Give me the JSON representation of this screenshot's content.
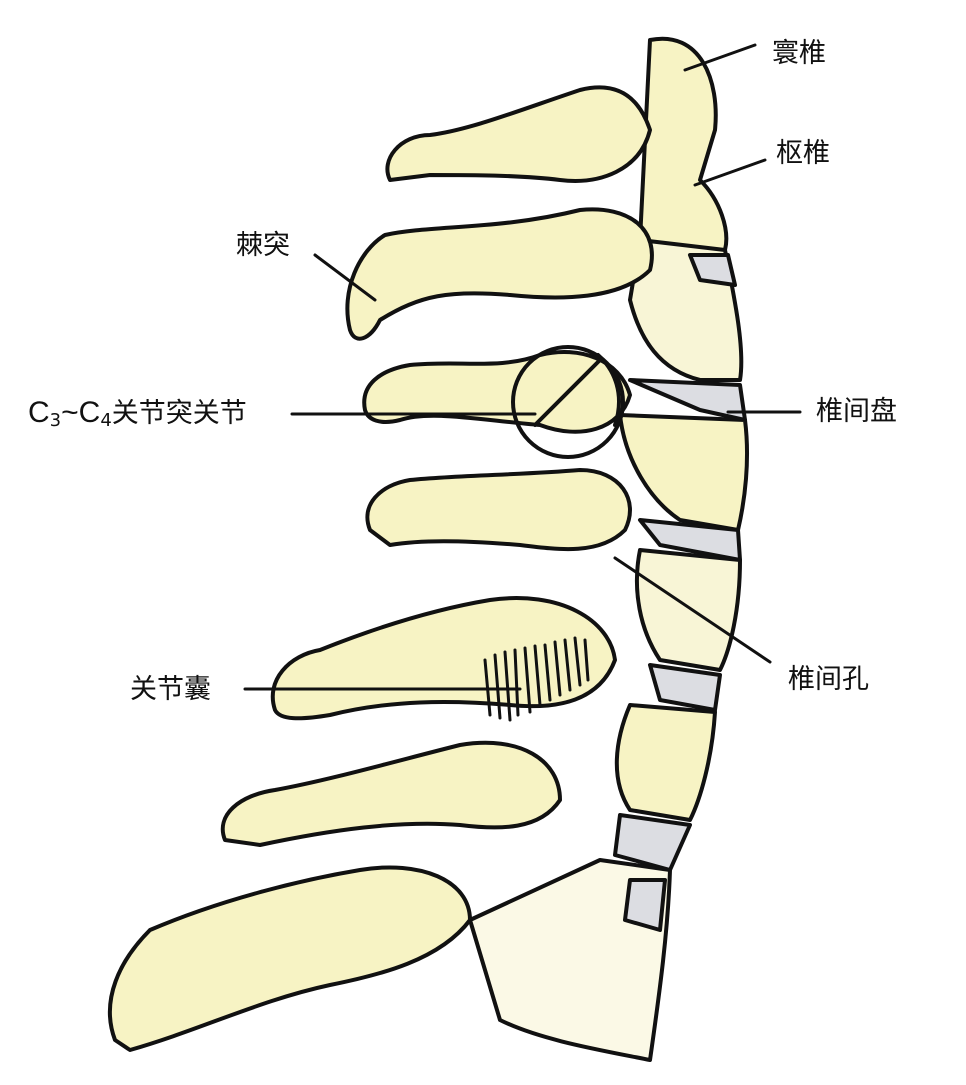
{
  "figure": {
    "subject": "cervical spine, lateral view",
    "colors": {
      "bone_fill": "#f7f3c4",
      "bone_fill_light": "#fbf9e6",
      "disc_fill": "#dcdde2",
      "outline": "#111111",
      "background": "#ffffff"
    }
  },
  "labels": {
    "atlas": "寰椎",
    "axis": "枢椎",
    "spinous_process": "棘突",
    "facet_joint_c3_prefix": "C",
    "facet_joint_c3_sub": "3",
    "facet_joint_tilde": "~",
    "facet_joint_c4_prefix": "C",
    "facet_joint_c4_sub": "4",
    "facet_joint_suffix": "关节突关节",
    "intervertebral_disc": "椎间盘",
    "intervertebral_foramen": "椎间孔",
    "joint_capsule": "关节囊"
  }
}
